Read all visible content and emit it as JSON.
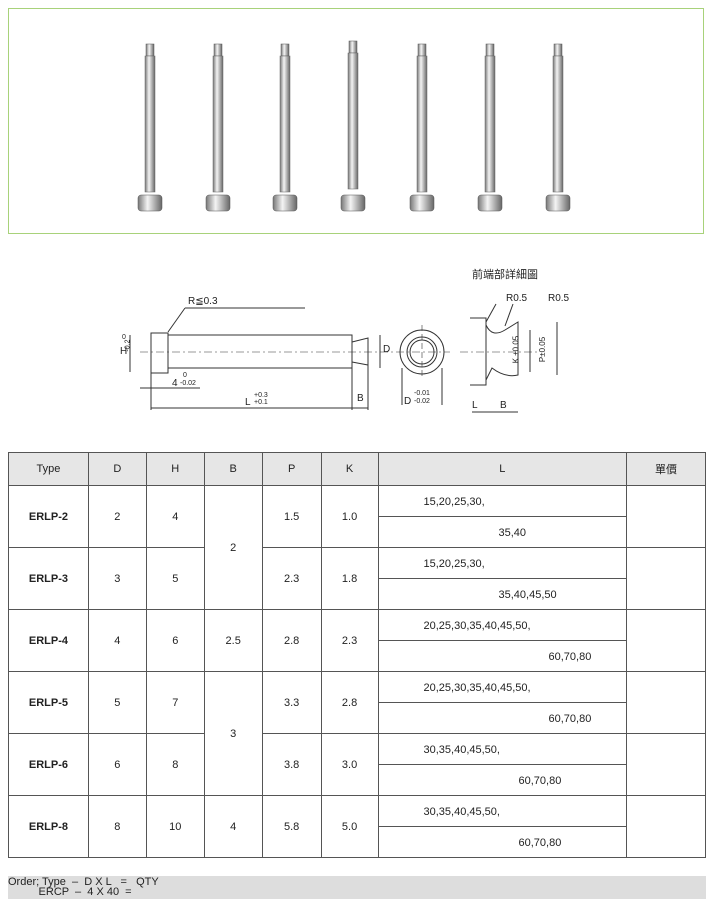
{
  "drawing": {
    "detail_title": "前端部詳細圖",
    "radius_note": "R≦0.3",
    "r1": "R0.5",
    "r2": "R0.5",
    "h_label": "H",
    "h_tol_upper": "0",
    "h_tol_lower": "-0.2",
    "four": "4",
    "four_tol_upper": "0",
    "four_tol_lower": "-0.02",
    "l_label": "L",
    "l_tol_upper": "+0.3",
    "l_tol_lower": "+0.1",
    "b_label": "B",
    "d_label": "D",
    "d2_label": "D",
    "d2_tol_upper": "-0.01",
    "d2_tol_lower": "-0.02",
    "k_label": "K ±0.05",
    "p_label": "P±0.05",
    "detail_l": "L",
    "detail_b": "B"
  },
  "table": {
    "headers": [
      "Type",
      "D",
      "H",
      "B",
      "P",
      "K",
      "L",
      "單價"
    ],
    "rows": [
      {
        "type": "ERLP-2",
        "d": "2",
        "h": "4",
        "p": "1.5",
        "k": "1.0",
        "l1": "15,20,25,30,",
        "l2": "35,40"
      },
      {
        "type": "ERLP-3",
        "d": "3",
        "h": "5",
        "p": "2.3",
        "k": "1.8",
        "l1": "15,20,25,30,",
        "l2": "35,40,45,50"
      },
      {
        "type": "ERLP-4",
        "d": "4",
        "h": "6",
        "p": "2.8",
        "k": "2.3",
        "l1": "20,25,30,35,40,45,50,",
        "l2": "60,70,80"
      },
      {
        "type": "ERLP-5",
        "d": "5",
        "h": "7",
        "p": "3.3",
        "k": "2.8",
        "l1": "20,25,30,35,40,45,50,",
        "l2": "60,70,80"
      },
      {
        "type": "ERLP-6",
        "d": "6",
        "h": "8",
        "p": "3.8",
        "k": "3.0",
        "l1": "30,35,40,45,50,",
        "l2": "60,70,80"
      },
      {
        "type": "ERLP-8",
        "d": "8",
        "h": "10",
        "p": "5.8",
        "k": "5.0",
        "l1": "30,35,40,45,50,",
        "l2": "60,70,80"
      }
    ],
    "b_groups": [
      "2",
      "2.5",
      "3",
      "4"
    ]
  },
  "order": {
    "line1": "Order; Type  –  D X L   =   QTY",
    "line2": "          ERCP  –  4 X 40  ="
  }
}
